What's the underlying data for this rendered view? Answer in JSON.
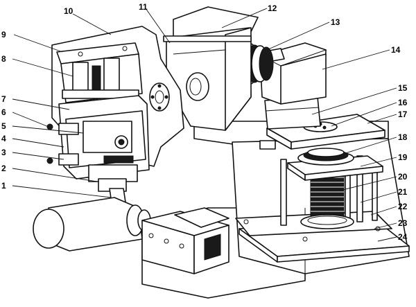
{
  "labels": [
    "1",
    "2",
    "3",
    "4",
    "5",
    "6",
    "7",
    "8",
    "9",
    "10",
    "11",
    "12",
    "13",
    "14",
    "15",
    "16",
    "17",
    "18",
    "19",
    "20",
    "21",
    "22",
    "23",
    "24"
  ]
}
